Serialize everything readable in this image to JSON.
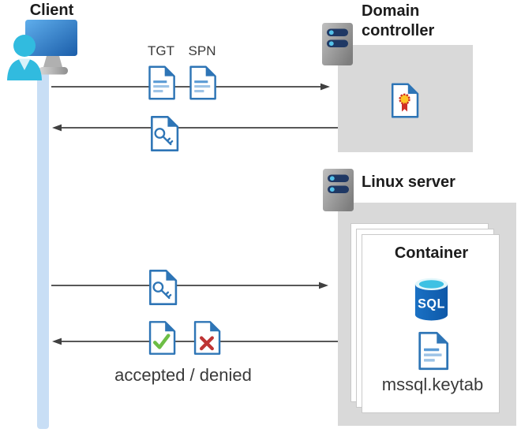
{
  "client": {
    "label": "Client"
  },
  "domain_controller": {
    "label": "Domain controller"
  },
  "linux_server": {
    "label": "Linux server"
  },
  "container": {
    "label": "Container",
    "sql_badge": "SQL",
    "keytab_file": "mssql.keytab"
  },
  "flows": {
    "tgt_label": "TGT",
    "spn_label": "SPN",
    "result_label": "accepted / denied"
  },
  "icons": {
    "client": "user-at-monitor",
    "server": "server-rack",
    "certificate": "certificate-document",
    "ticket": "document-with-lines",
    "service_ticket": "document-with-key",
    "accepted": "document-with-check",
    "denied": "document-with-x",
    "database": "sql-cylinder",
    "keytab": "document-with-lines"
  },
  "colors": {
    "doc_blue": "#2E75B6",
    "doc_line_mid": "#5B9BD5",
    "doc_line_light": "#9DC3E6",
    "arrow_gray": "#404040",
    "box_gray": "#D9D9D9",
    "timeline_blue": "#C8DEF5",
    "check_green": "#6DBE45",
    "cross_red": "#BE3434",
    "person_cyan": "#31BBDF",
    "server_pill_navy": "#1F3864",
    "server_dot_cyan": "#54C2EA",
    "medal_gold": "#FFC425",
    "medal_red": "#CF2E27",
    "text_dark": "#1C1C1C",
    "text_gray": "#3A3A3A"
  }
}
